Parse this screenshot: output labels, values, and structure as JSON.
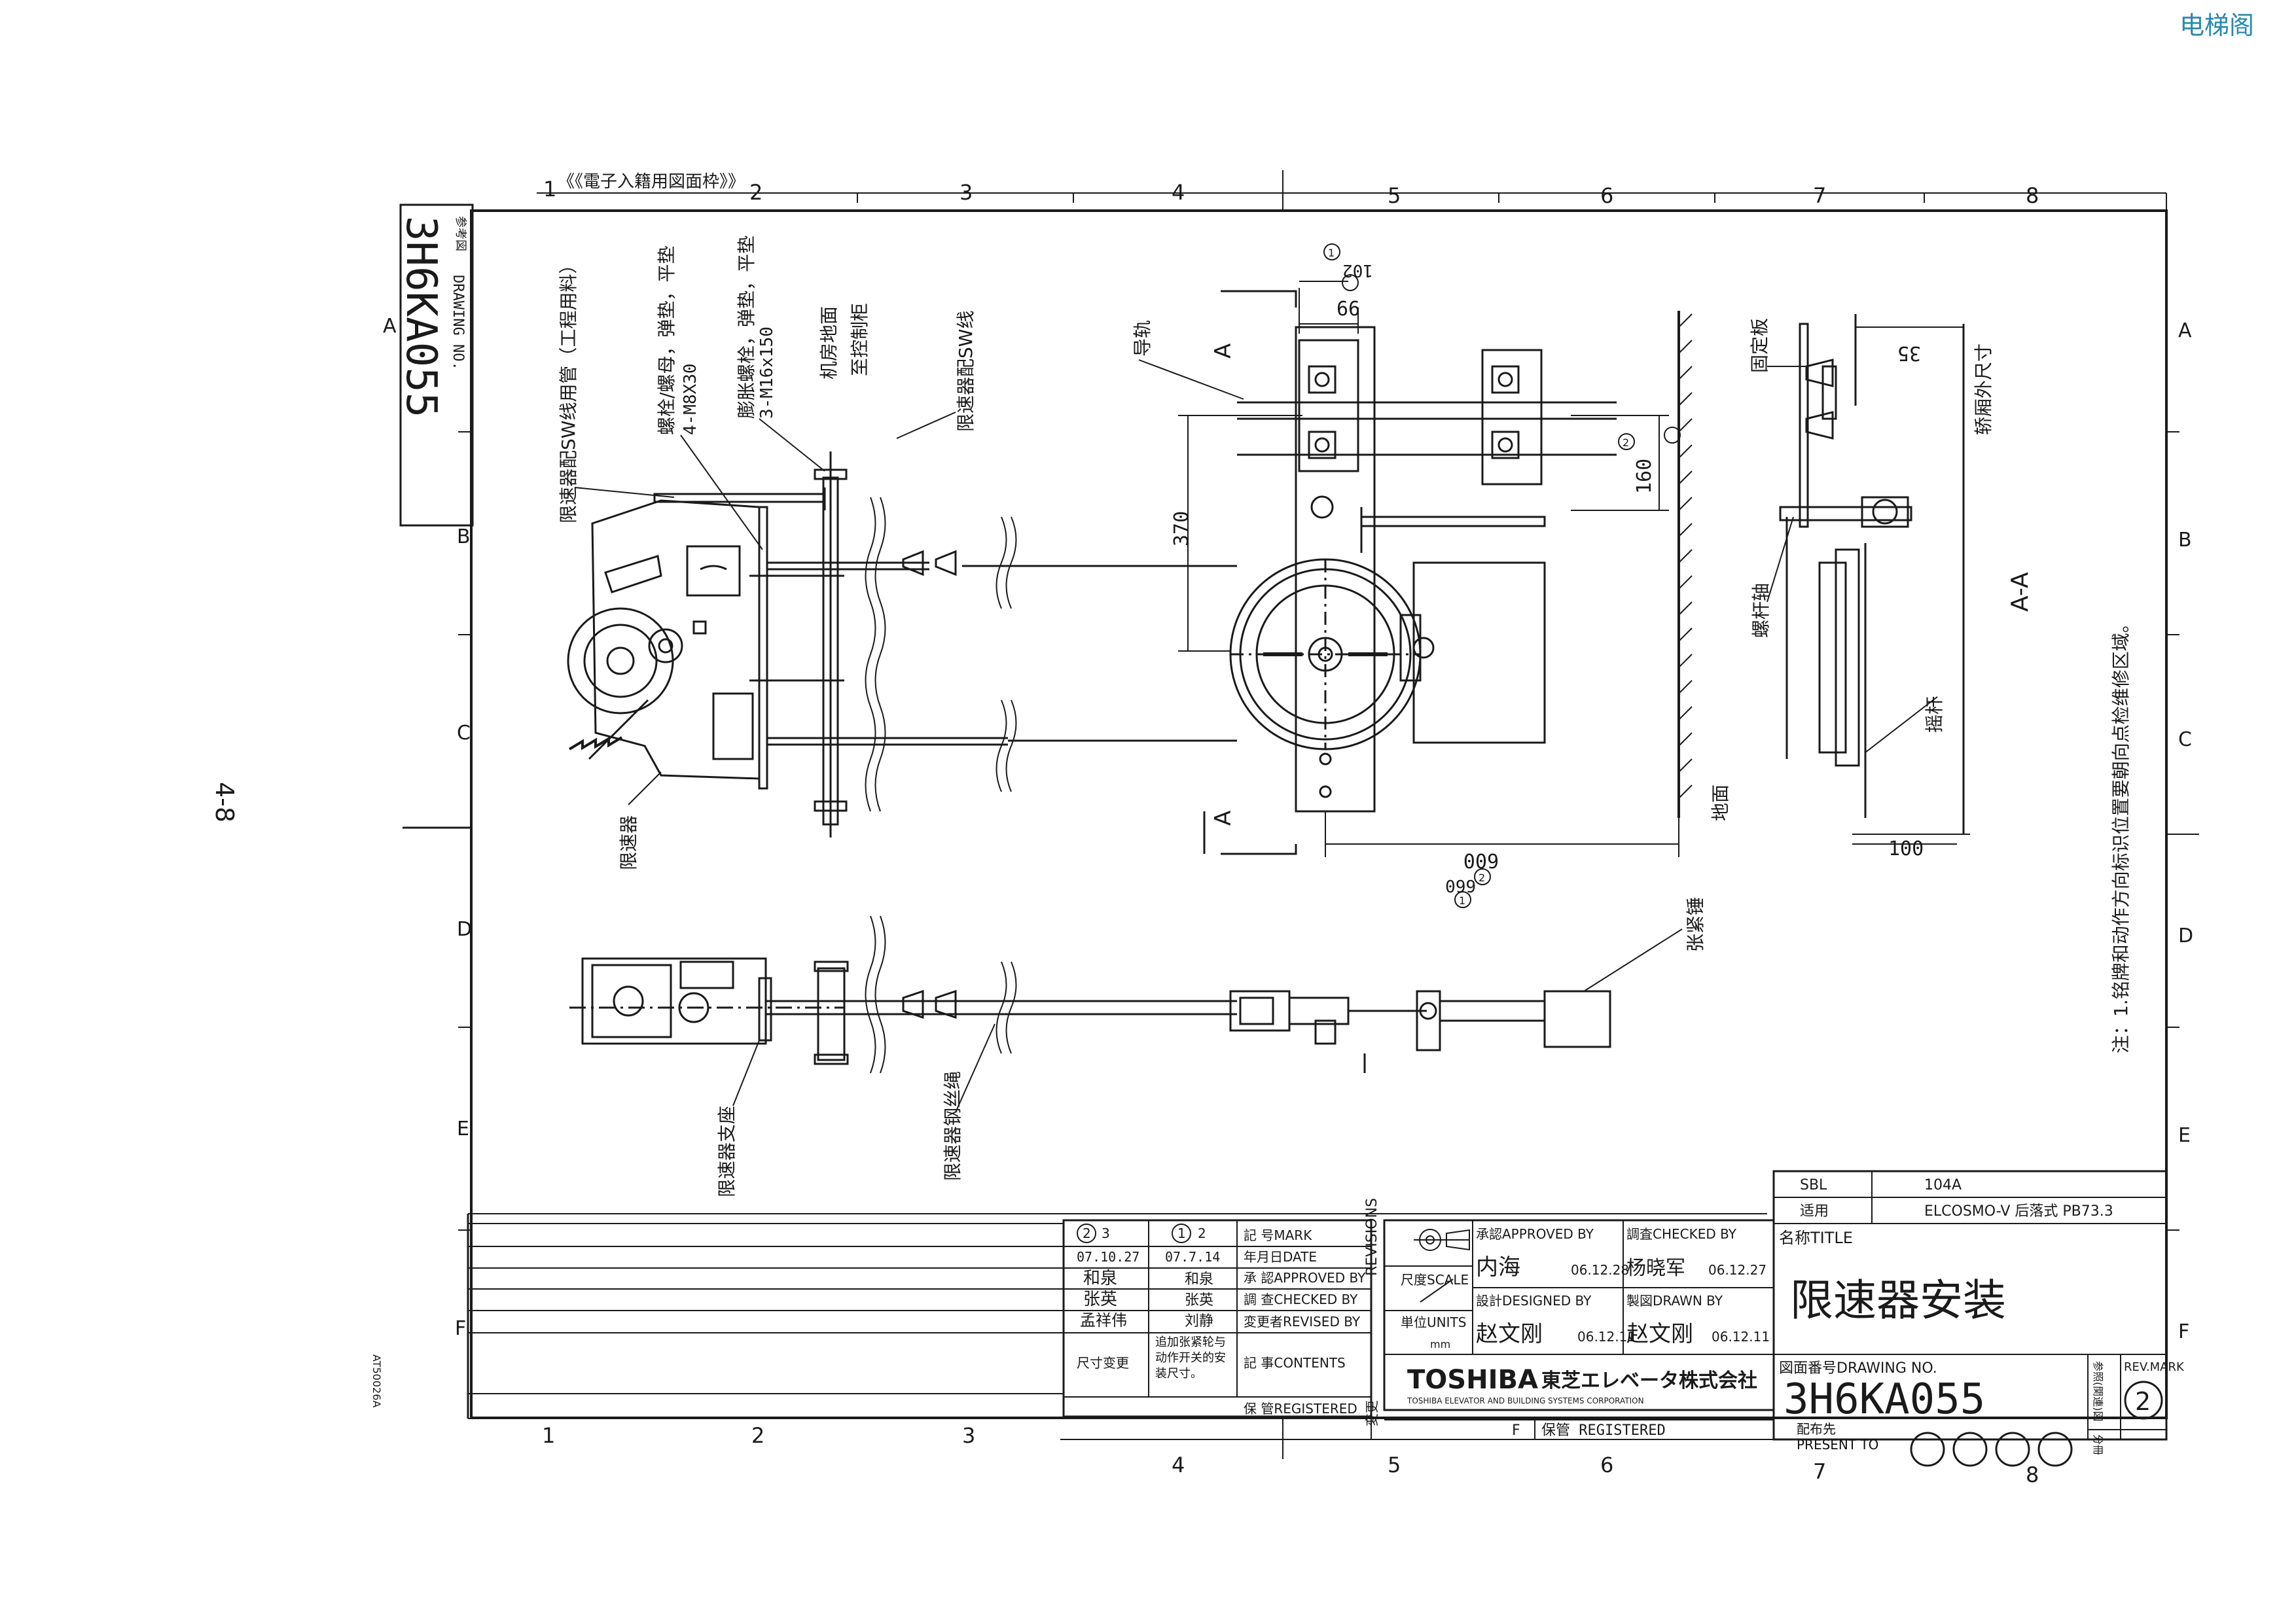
{
  "watermark": "电梯阁",
  "page_number": "4-8",
  "frame": {
    "header_note": "《《電子入籍用図面枠》》",
    "cols_top": [
      "1",
      "2",
      "3",
      "4",
      "5",
      "6",
      "7",
      "8"
    ],
    "cols_bottom_left": [
      "1",
      "2",
      "3"
    ],
    "cols_bottom_right": [
      "4",
      "5",
      "6",
      "7",
      "8"
    ],
    "rows": [
      "A",
      "B",
      "C",
      "D",
      "E",
      "F"
    ],
    "form_code": "AT50026A"
  },
  "ref_box": {
    "label_cn": "参考図",
    "label_en": "DRAWING NO.",
    "number": "3H6KA055"
  },
  "labels": {
    "pipe": "限速器配SW线用管（工程用料）",
    "bolt1": "螺栓/螺母，弹垫，平垫",
    "bolt1_spec": "4-M8X30",
    "bolt2": "膨胀螺栓，弹垫，平垫",
    "bolt2_spec": "3-M16x150",
    "floor": "机房地面",
    "to_cabinet": "至控制柜",
    "sw_wire": "限速器配SW线",
    "governor": "限速器",
    "guide_rail": "导轨",
    "ground": "地面",
    "base": "限速器支座",
    "rope": "限速器钢丝绳",
    "tension": "张紧锤",
    "fixed_plate": "固定板",
    "screw_shaft": "螺杆轴",
    "rocker": "摇杆",
    "car_size": "轿厢外尺寸",
    "section_aa": "A-A",
    "section_a": "A",
    "note": "注：1.铭牌和动作方向标识位置要朝向点检维修区域。"
  },
  "dimensions": {
    "d99": "99",
    "d102": "102",
    "d370": "370",
    "d160": "160",
    "d600": "600",
    "d660": "660",
    "d35": "35",
    "d100": "100",
    "rev1": "1",
    "rev2": "2"
  },
  "title_block": {
    "sbl_label": "SBL",
    "sbl_value": "104A",
    "apply_label": "适用",
    "apply_value": "ELCOSMO-V 后落式  PB73.3",
    "title_label": "名称TITLE",
    "title": "限速器安装",
    "drawing_no_label": "図面番号DRAWING NO.",
    "drawing_no": "3H6KA055",
    "rev_mark_label": "REV.MARK",
    "rev_mark": "2",
    "scale_label": "尺度SCALE",
    "units_label": "単位UNITS",
    "units_value": "mm",
    "approved_label": "承認APPROVED BY",
    "approved_name": "内海",
    "approved_date": "06.12.28",
    "checked_label": "調査CHECKED BY",
    "checked_name": "杨晓军",
    "checked_date": "06.12.27",
    "designed_label": "設計DESIGNED BY",
    "designed_name": "赵文刚",
    "designed_date": "06.12.11",
    "drawn_label": "製図DRAWN BY",
    "drawn_name": "赵文刚",
    "drawn_date": "06.12.11",
    "company": "TOSHIBA",
    "company_jp": "東芝エレベータ株式会社",
    "company_en": "TOSHIBA ELEVATOR AND BUILDING SYSTEMS CORPORATION",
    "registered": "保管 REGISTERED",
    "f_mark": "F",
    "present_to": "配布先 PRESENT TO",
    "side_label": "参照(関連)図",
    "sub_label": "分冊"
  },
  "revisions": {
    "row_labels": [
      "記 号MARK",
      "年月日DATE",
      "承 認APPROVED BY",
      "調 查CHECKED BY",
      "変更者REVISED BY",
      "記 事CONTENTS",
      "保 管REGISTERED"
    ],
    "side": "REVISIONS",
    "side2": "変更",
    "rev2": {
      "mark": "2",
      "mark2": "3",
      "date": "07.10.27",
      "approved": "和泉",
      "checked": "张英",
      "revised": "孟祥伟",
      "contents": "尺寸变更"
    },
    "rev1": {
      "mark": "1",
      "mark2": "2",
      "date": "07.7.14",
      "approved": "和泉",
      "checked": "张英",
      "revised": "刘静",
      "contents": "追加张紧轮与动作开关的安装尺寸。"
    }
  }
}
